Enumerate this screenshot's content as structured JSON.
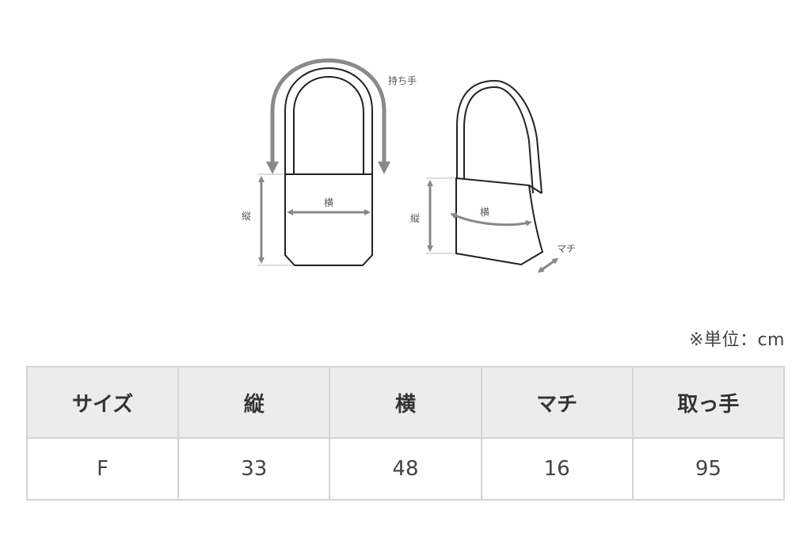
{
  "diagram": {
    "labels": {
      "handle": "持ち手",
      "height": "縦",
      "width": "横",
      "gusset": "マチ"
    },
    "colors": {
      "outline": "#222222",
      "handle_arrow": "#8a8a8a",
      "dimension_arrow": "#888888"
    }
  },
  "unit_note": "※単位：cm",
  "table": {
    "headers": [
      "サイズ",
      "縦",
      "横",
      "マチ",
      "取っ手"
    ],
    "rows": [
      [
        "F",
        "33",
        "48",
        "16",
        "95"
      ]
    ]
  }
}
